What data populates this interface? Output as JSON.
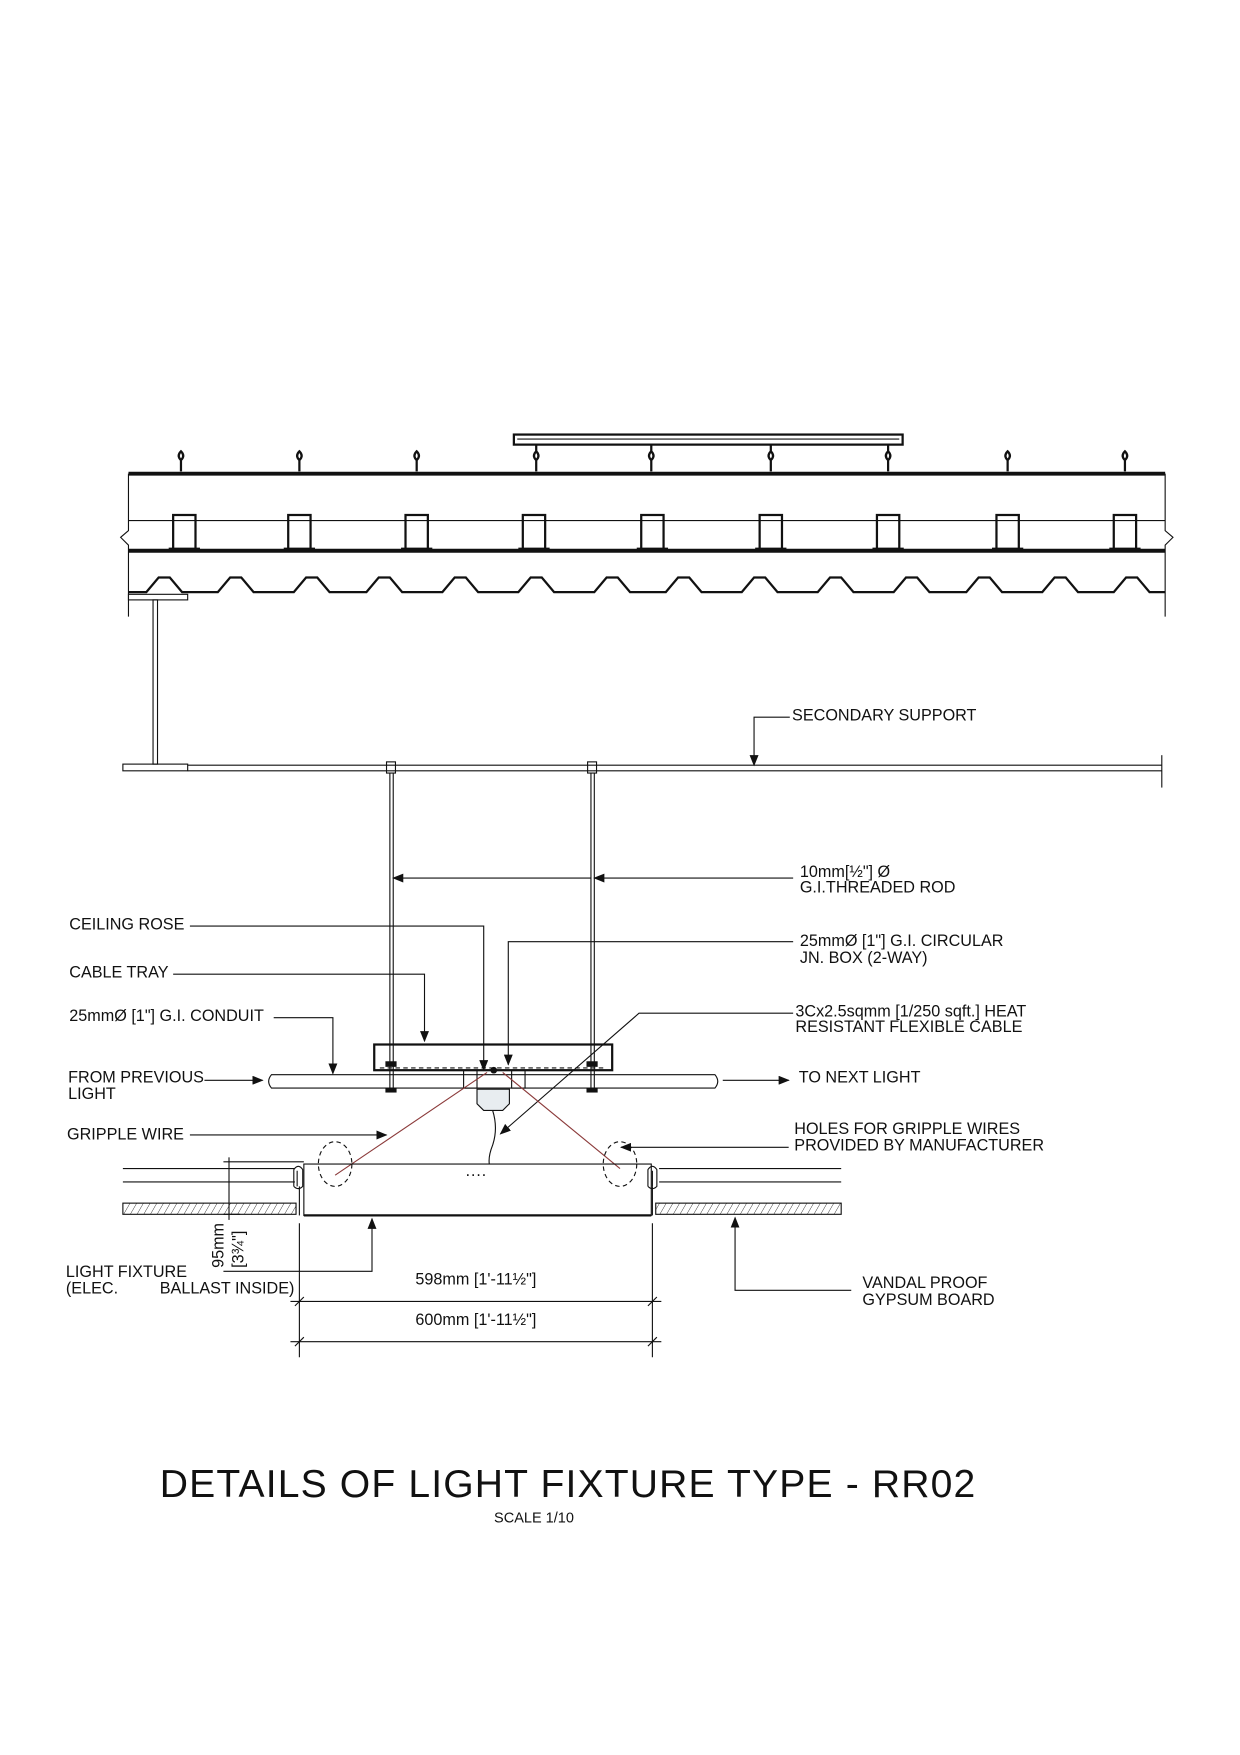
{
  "labels": {
    "secondary_support": "SECONDARY SUPPORT",
    "threaded_rod_1": "10mm[½\"] Ø",
    "threaded_rod_2": "G.I.THREADED ROD",
    "ceiling_rose": "CEILING ROSE",
    "jn_box_1": "25mmØ [1\"] G.I. CIRCULAR",
    "jn_box_2": "JN. BOX (2-WAY)",
    "cable_tray": "CABLE TRAY",
    "conduit": "25mmØ [1\"] G.I. CONDUIT",
    "cable_1": "3Cx2.5sqmm [1/250 sqft.] HEAT",
    "cable_2": "RESISTANT FLEXIBLE CABLE",
    "from_prev_1": "FROM PREVIOUS",
    "from_prev_2": "LIGHT",
    "to_next": "TO NEXT LIGHT",
    "gripple_wire": "GRIPPLE WIRE",
    "holes_1": "HOLES FOR GRIPPLE WIRES",
    "holes_2": "PROVIDED BY MANUFACTURER",
    "fixture_1": "LIGHT FIXTURE",
    "fixture_2a": "(ELEC.",
    "fixture_2b": "BALLAST INSIDE)",
    "gypsum_1": "VANDAL PROOF",
    "gypsum_2": "GYPSUM BOARD",
    "height_mm": "95mm",
    "height_in": "[3¾\"]",
    "dim_598": "598mm [1'-11½\"]",
    "dim_600": "600mm [1'-11½\"]"
  },
  "title": "DETAILS OF LIGHT FIXTURE TYPE - RR02",
  "scale": "SCALE 1/10",
  "colors": {
    "line": "#111111",
    "gripple": "#8b3a3a"
  }
}
